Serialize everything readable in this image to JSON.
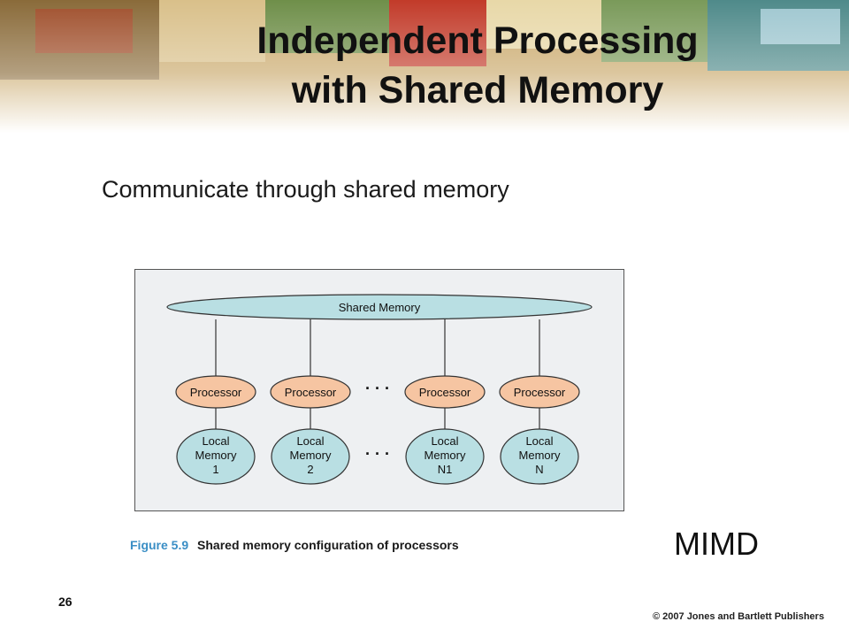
{
  "slide": {
    "title_line1": "Independent Processing",
    "title_line2": "with Shared Memory",
    "subtitle": "Communicate through shared memory",
    "page_number": "26",
    "copyright": "© 2007 Jones and Bartlett Publishers",
    "tag": "MIMD"
  },
  "figure": {
    "caption_number": "Figure 5.9",
    "caption_text": "Shared memory configuration of processors",
    "shared_memory_label": "Shared Memory",
    "processor_label": "Processor",
    "ellipsis": "· · ·",
    "local_memories": [
      {
        "line1": "Local",
        "line2": "Memory",
        "line3": "1"
      },
      {
        "line1": "Local",
        "line2": "Memory",
        "line3": "2"
      },
      {
        "line1": "Local",
        "line2": "Memory",
        "line3": "N1"
      },
      {
        "line1": "Local",
        "line2": "Memory",
        "line3": "N"
      }
    ],
    "colors": {
      "shared_memory_fill": "#b9dfe3",
      "processor_fill": "#f6c5a2",
      "local_memory_fill": "#b9dfe3",
      "outline": "#333333"
    }
  }
}
